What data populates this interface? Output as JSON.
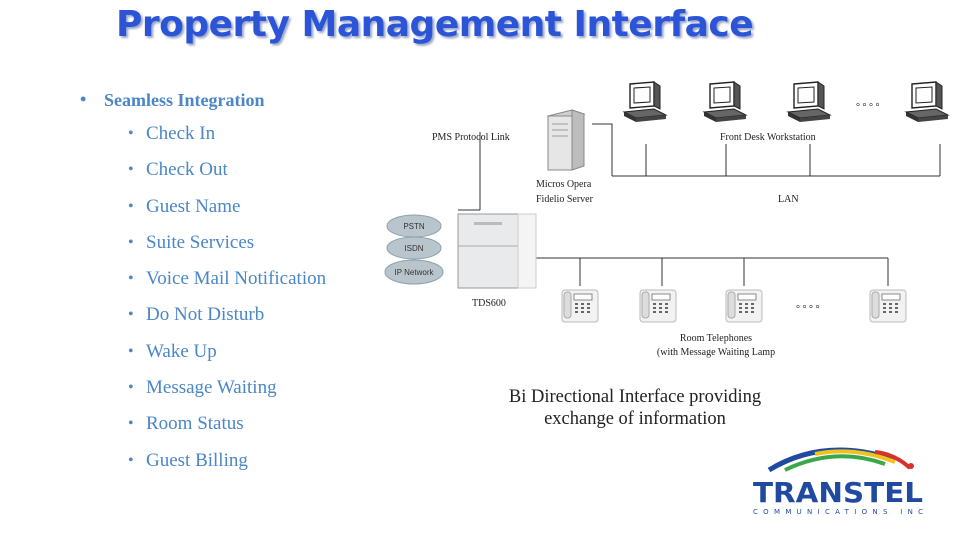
{
  "title": "Property Management Interface",
  "bullets": {
    "heading": "Seamless Integration",
    "items": [
      "Check In",
      "Check Out",
      "Guest Name",
      "Suite Services",
      "Voice Mail Notification",
      "Do Not Disturb",
      "Wake Up",
      "Message Waiting",
      "Room Status",
      "Guest Billing"
    ]
  },
  "diagram": {
    "pms_link": "PMS Protocol Link",
    "front_desk": "Front Desk Workstation",
    "server_line1": "Micros Opera",
    "server_line2": "Fidelio Server",
    "lan": "LAN",
    "pstn": "PSTN",
    "isdn": "ISDN",
    "ip_network": "IP Network",
    "pbx": "TDS600",
    "room_phones_line1": "Room Telephones",
    "room_phones_line2": "(with Message Waiting Lamp",
    "ellipsis": "° ° ° °"
  },
  "caption": {
    "line1": "Bi Directional Interface providing",
    "line2": "exchange of information"
  },
  "logo": {
    "name": "TRANSTEL",
    "subtitle": "COMMUNICATIONS INC",
    "colors": {
      "blue": "#1f4aa0",
      "green": "#3aa84a",
      "yellow": "#f2c21c",
      "red": "#d8302a"
    }
  }
}
